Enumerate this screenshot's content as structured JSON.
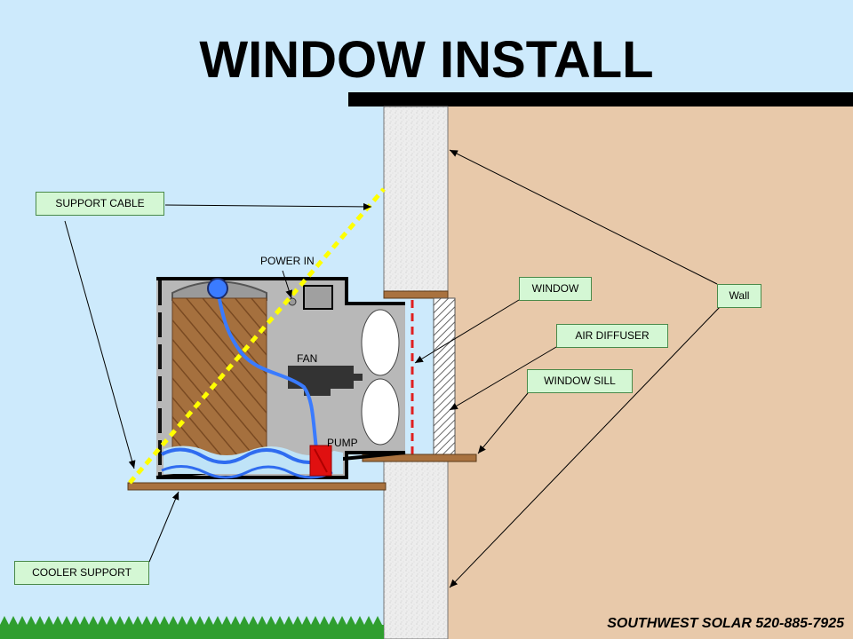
{
  "title": "WINDOW INSTALL",
  "labels": {
    "support_cable": "SUPPORT CABLE",
    "power_in": "POWER IN",
    "fan": "FAN",
    "pump": "PUMP",
    "window": "WINDOW",
    "air_diffuser": "AIR DIFFUSER",
    "window_sill": "WINDOW SILL",
    "wall": "Wall",
    "cooler_support": "COOLER SUPPORT"
  },
  "footer": "SOUTHWEST SOLAR 520-885-7925",
  "colors": {
    "sky": "#cdeafc",
    "interior_wall": "#e8c9aa",
    "wall_section": "#eeeeee",
    "callout_bg": "#d4f7d4",
    "cooler_body": "#b8b8b8",
    "pad": "#9b6a3a",
    "water": "#3a7bff",
    "pump": "#e01010",
    "cable": "#ffff00",
    "grass": "#2f9e2f",
    "wood": "#a9723f"
  }
}
